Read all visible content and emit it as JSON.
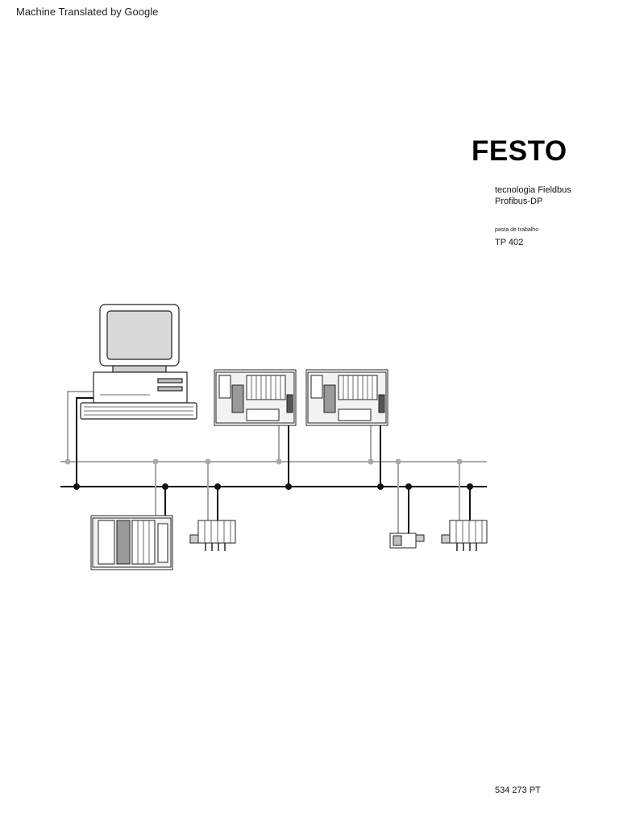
{
  "banner": "Machine Translated by Google",
  "logo": "FESTO",
  "subtitle": {
    "line1": "tecnologia Fieldbus",
    "line2": "Profibus-DP"
  },
  "doc_type_label": "pasta de trabalho",
  "doc_code": "TP 402",
  "order_number": "534 273 PT"
}
